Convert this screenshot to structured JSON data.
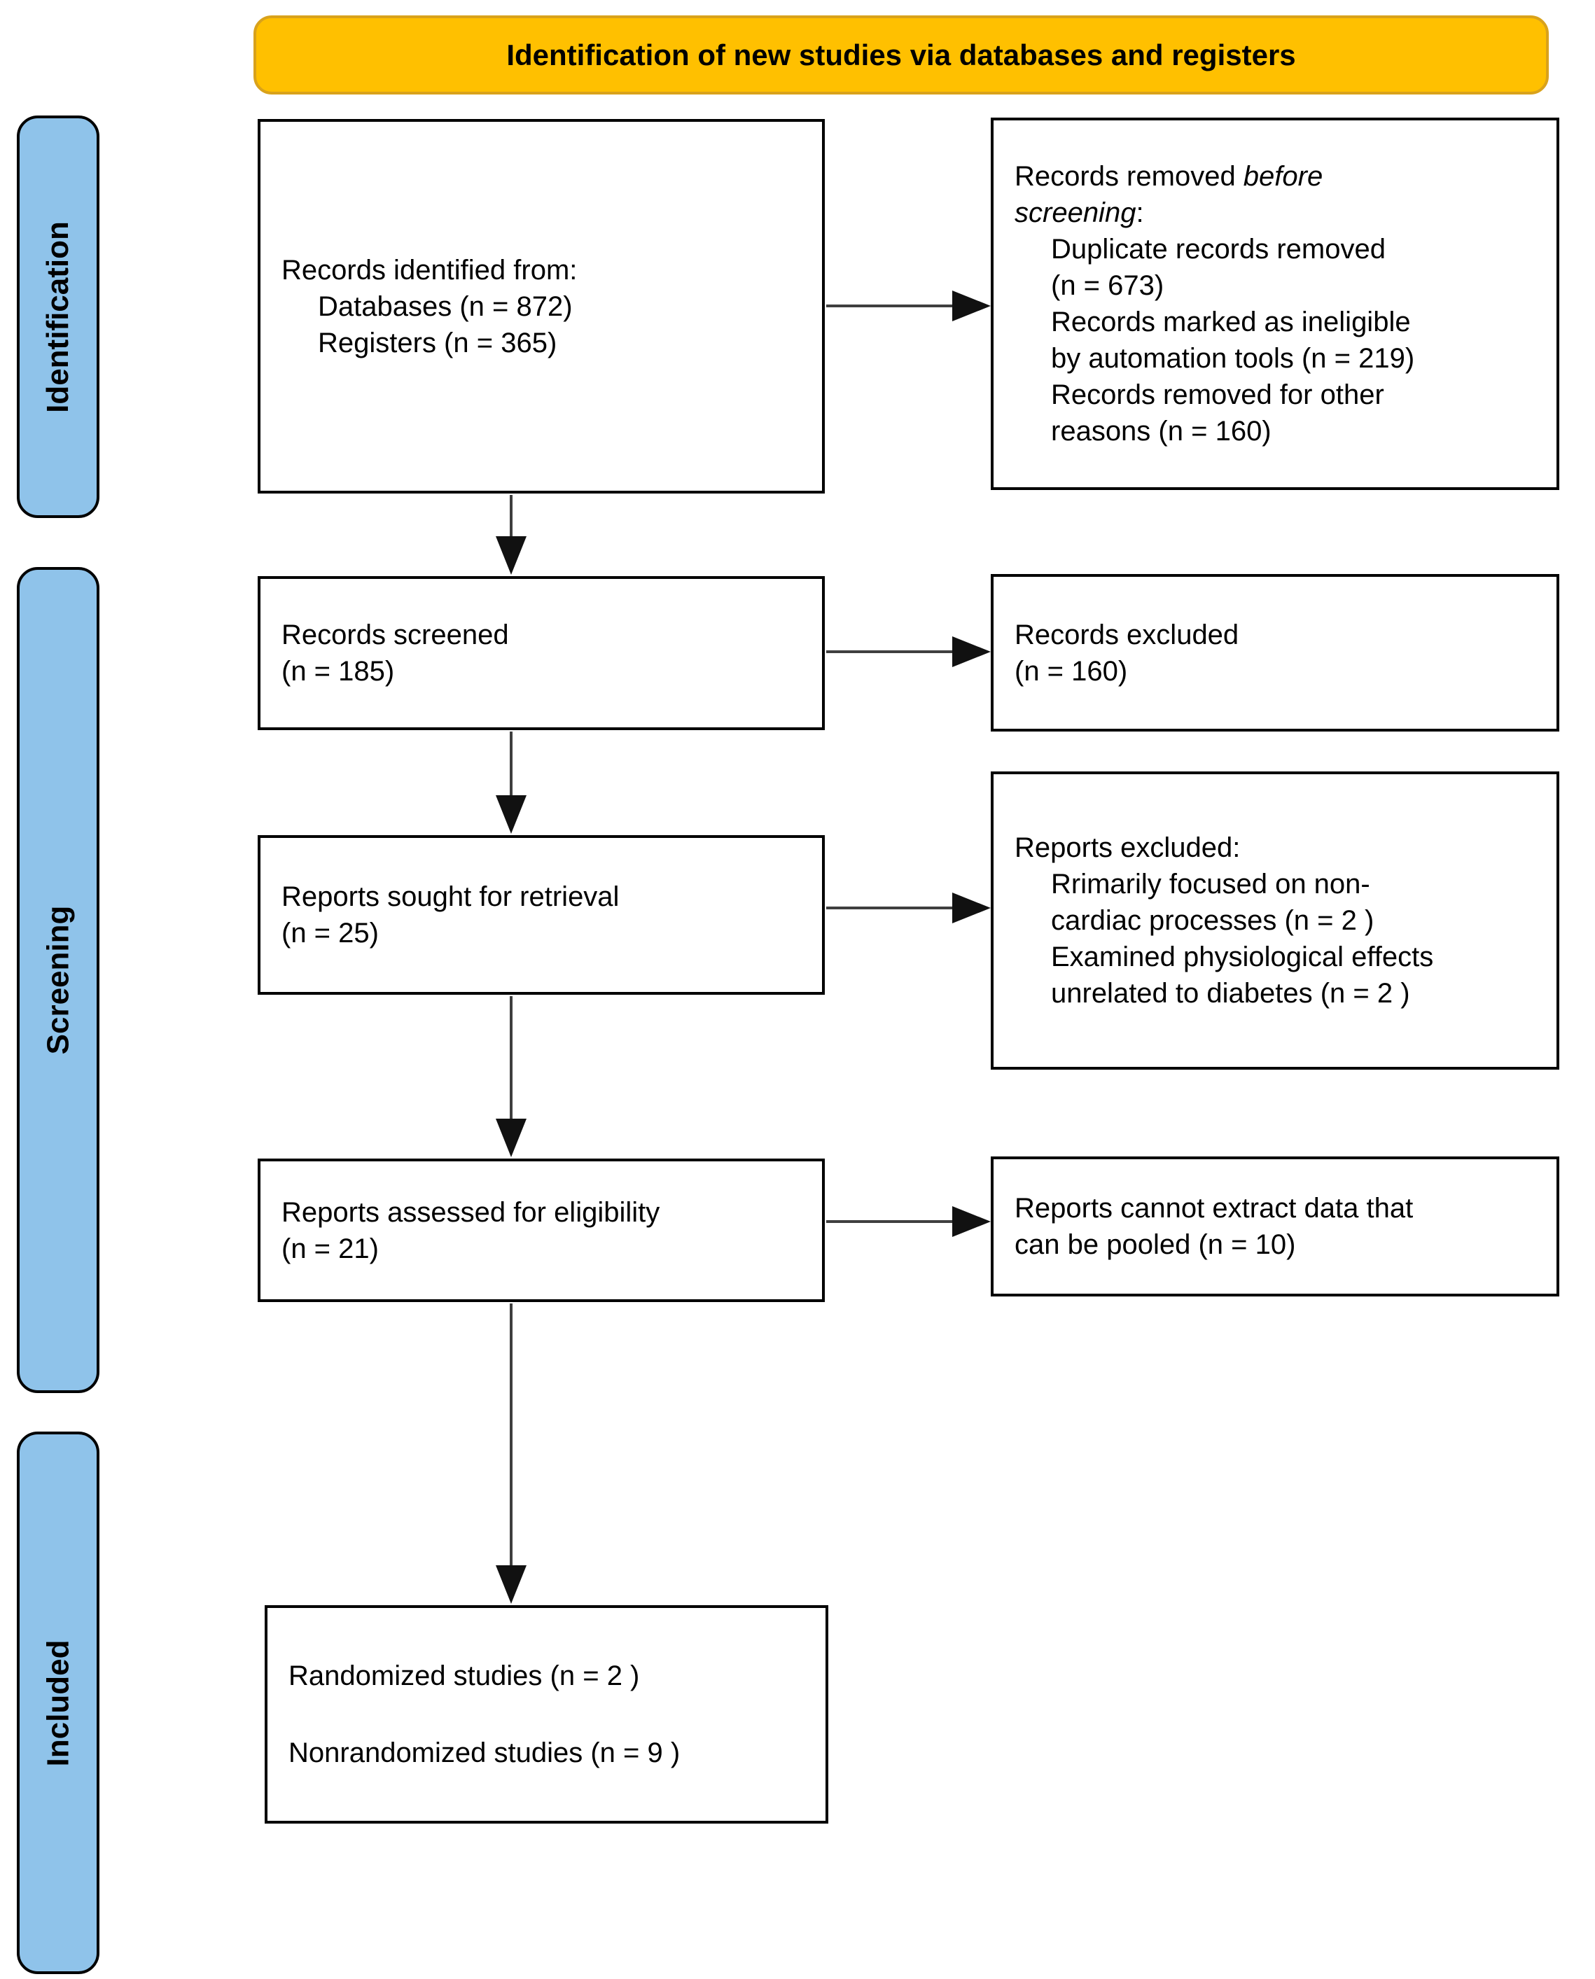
{
  "banner": {
    "title": "Identification of new studies via databases and registers"
  },
  "stages": {
    "identification": "Identification",
    "screening": "Screening",
    "included": "Included"
  },
  "boxes": {
    "records_identified": {
      "heading": "Records identified from:",
      "items": [
        "Databases (n = 872)",
        "Registers (n = 365)"
      ]
    },
    "records_removed": {
      "heading_prefix": "Records removed ",
      "heading_italic": "before\nscreening",
      "heading_suffix": ":",
      "items": [
        "Duplicate records removed\n(n = 673)",
        "Records marked as ineligible\nby automation tools (n = 219)",
        "Records removed for other\nreasons (n = 160)"
      ]
    },
    "records_screened": {
      "text": "Records screened\n(n = 185)"
    },
    "records_excluded": {
      "text": "Records excluded\n(n = 160)"
    },
    "reports_sought": {
      "text": "Reports sought for retrieval\n(n = 25)"
    },
    "reports_excluded": {
      "heading": "Reports excluded:",
      "items": [
        "Rrimarily focused on non-\ncardiac processes (n = 2 )",
        "Examined physiological effects\nunrelated to diabetes (n = 2 )"
      ]
    },
    "reports_assessed": {
      "text": "Reports assessed for eligibility\n(n = 21)"
    },
    "reports_not_pooled": {
      "text": "Reports cannot extract data that\ncan be pooled (n = 10)"
    },
    "included_studies": {
      "lines": [
        "Randomized studies (n = 2 )",
        "Nonrandomized studies (n = 9 )"
      ]
    }
  },
  "colors": {
    "banner_fill": "#FFC000",
    "banner_border": "#D9A21B",
    "stage_fill": "#8FC3EA",
    "arrow": "#3F3F3F",
    "box_border": "#000000"
  }
}
